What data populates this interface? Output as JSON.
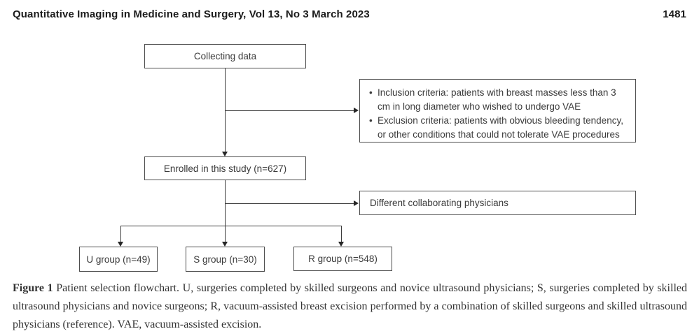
{
  "header": {
    "journal": "Quantitative Imaging in Medicine and Surgery, Vol 13, No 3 March 2023",
    "page_number": "1481"
  },
  "flowchart": {
    "collecting_label": "Collecting data",
    "criteria": {
      "items": [
        "Inclusion criteria: patients with breast masses less than 3 cm in long diameter who wished to undergo VAE",
        "Exclusion criteria: patients with obvious bleeding tendency, or other conditions that could not tolerate VAE procedures"
      ]
    },
    "enrolled_label": "Enrolled in this study (n=627)",
    "physicians_label": "Different collaborating physicians",
    "groups": [
      "U group (n=49)",
      "S group (n=30)",
      "R group (n=548)"
    ]
  },
  "caption": {
    "label": "Figure 1",
    "text": " Patient selection flowchart. U, surgeries completed by skilled surgeons and novice ultrasound physicians; S, surgeries completed by skilled ultrasound physicians and novice surgeons; R, vacuum-assisted breast excision performed by a combination of skilled surgeons and skilled ultrasound physicians (reference). VAE, vacuum-assisted excision."
  },
  "colors": {
    "box_border": "#4d4d4d",
    "line": "#3b3b3b",
    "text": "#3a3a3a",
    "header_text": "#1c1c1c"
  }
}
